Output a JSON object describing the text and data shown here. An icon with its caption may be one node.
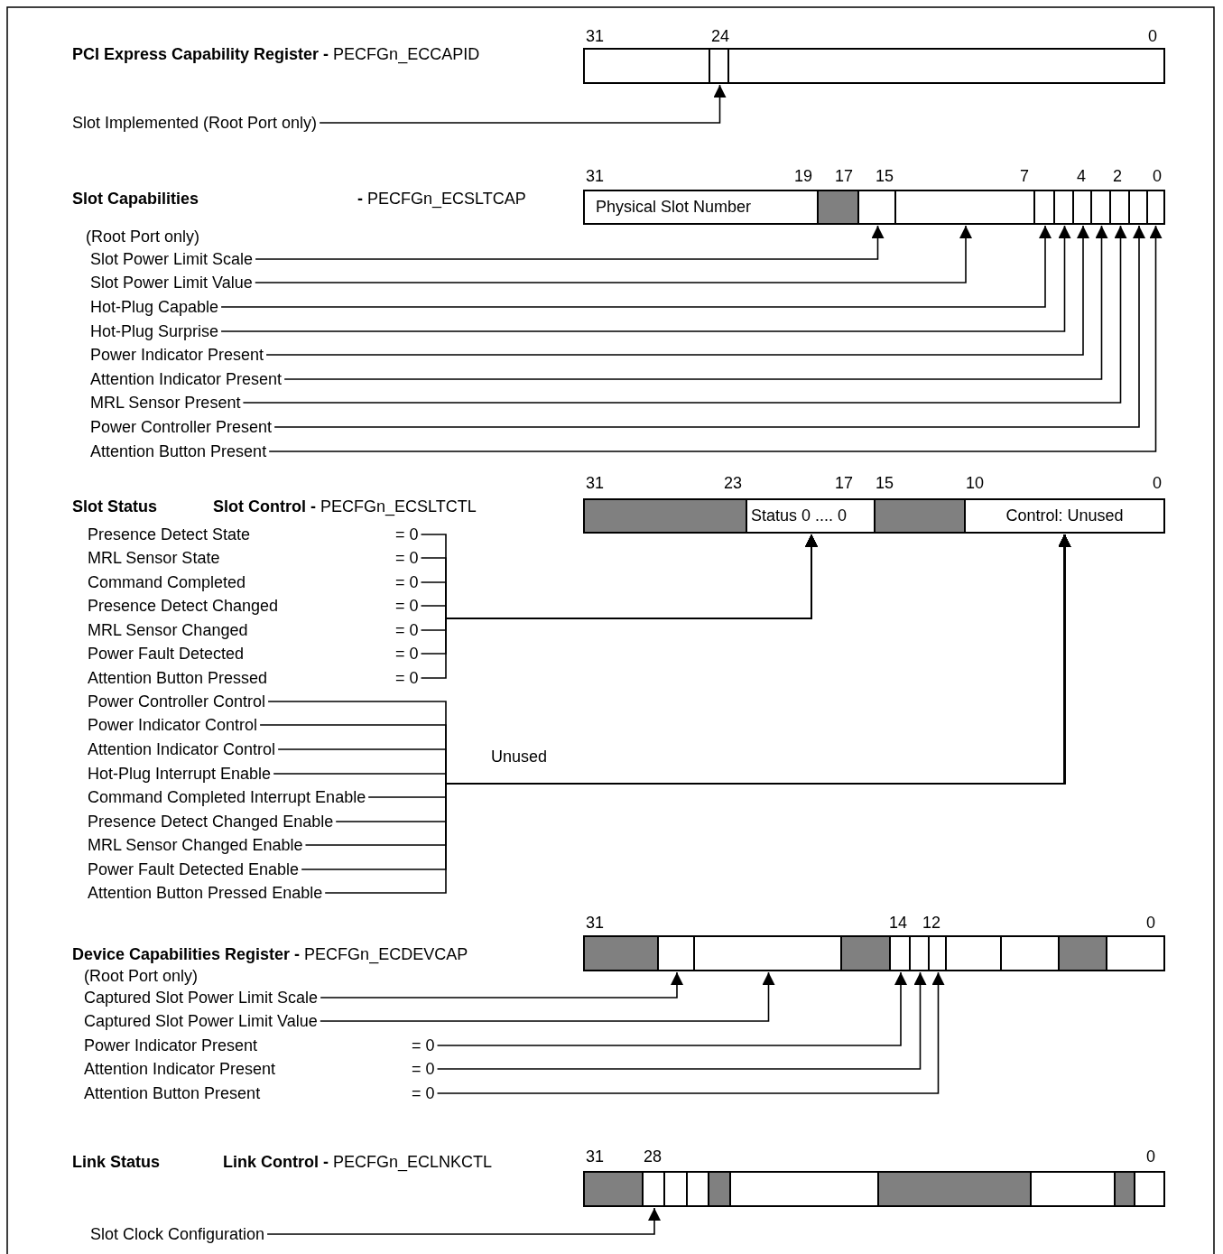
{
  "diagram": {
    "nodes": [
      {
        "text": [],
        "shape": "bar"
      },
      {
        "text": [],
        "shape": "box",
        "in": 0
      },
      {
        "text": [],
        "shape": "box",
        "in": 0
      },
      {
        "text": [],
        "shape": "box",
        "in": 0
      },
      {
        "text": [
          "Slot Implemented (Root Port only)"
        ]
      },
      {
        "text": [],
        "shape": "bar"
      },
      {
        "text": [
          "Physical Slot Number"
        ],
        "in": 5
      },
      {
        "text": [],
        "shape": "box",
        "in": 5
      },
      {
        "text": [],
        "shape": "box",
        "in": 5
      },
      {
        "text": [],
        "shape": "box",
        "in": 5
      },
      {
        "text": [],
        "shape": "box",
        "in": 5
      },
      {
        "text": [],
        "shape": "box",
        "in": 5
      },
      {
        "text": [],
        "shape": "box",
        "in": 5
      },
      {
        "text": [],
        "shape": "box",
        "in": 5
      },
      {
        "text": [],
        "shape": "box",
        "in": 5
      },
      {
        "text": [],
        "shape": "box",
        "in": 5
      },
      {
        "text": [],
        "shape": "box",
        "in": 5
      },
      {
        "text": [
          "Slot Power Limit Scale"
        ]
      },
      {
        "text": [
          "Slot Power Limit Value"
        ]
      },
      {
        "text": [
          "Hot-Plug Capable"
        ]
      },
      {
        "text": [
          "Hot-Plug Surprise"
        ]
      },
      {
        "text": [
          "Power Indicator Present"
        ]
      },
      {
        "text": [
          "Attention Indicator Present"
        ]
      },
      {
        "text": [
          "MRL Sensor Present"
        ]
      },
      {
        "text": [
          "Power Controller Present"
        ]
      },
      {
        "text": [
          "Attention Button Present"
        ]
      },
      {
        "text": [],
        "shape": "bar"
      },
      {
        "text": [],
        "shape": "box",
        "in": 26
      },
      {
        "text": [
          "Status 0 .... 0"
        ],
        "in": 26
      },
      {
        "text": [],
        "shape": "box",
        "in": 26
      },
      {
        "text": [
          "Control: Unused"
        ],
        "in": 26
      },
      {
        "text": [
          "Presence Detect State"
        ],
        "beside": [
          "= 0"
        ]
      },
      {
        "text": [
          "MRL Sensor State"
        ],
        "beside": [
          "= 0"
        ]
      },
      {
        "text": [
          "Command Completed"
        ],
        "beside": [
          "= 0"
        ]
      },
      {
        "text": [
          "Presence Detect Changed"
        ],
        "beside": [
          "= 0"
        ]
      },
      {
        "text": [
          "MRL Sensor Changed"
        ],
        "beside": [
          "= 0"
        ]
      },
      {
        "text": [
          "Power Fault Detected"
        ],
        "beside": [
          "= 0"
        ]
      },
      {
        "text": [
          "Attention Button Pressed"
        ],
        "beside": [
          "= 0"
        ]
      },
      {
        "text": [
          "Power Controller Control"
        ]
      },
      {
        "text": [
          "Power Indicator Control"
        ]
      },
      {
        "text": [
          "Attention Indicator Control"
        ]
      },
      {
        "text": [
          "Hot-Plug Interrupt Enable"
        ]
      },
      {
        "text": [
          "Command Completed Interrupt Enable"
        ]
      },
      {
        "text": [
          "Presence Detect Changed Enable"
        ]
      },
      {
        "text": [
          "MRL Sensor Changed Enable"
        ]
      },
      {
        "text": [
          "Power Fault Detected Enable"
        ]
      },
      {
        "text": [
          "Attention Button Pressed Enable"
        ]
      },
      {
        "text": [],
        "shape": "bar"
      },
      {
        "text": [],
        "shape": "box",
        "in": 47
      },
      {
        "text": [],
        "shape": "box",
        "in": 47
      },
      {
        "text": [],
        "shape": "box",
        "in": 47
      },
      {
        "text": [],
        "shape": "box",
        "in": 47
      },
      {
        "text": [],
        "shape": "box",
        "in": 47
      },
      {
        "text": [],
        "shape": "box",
        "in": 47
      },
      {
        "text": [],
        "shape": "box",
        "in": 47
      },
      {
        "text": [],
        "shape": "box",
        "in": 47
      },
      {
        "text": [],
        "shape": "box",
        "in": 47
      },
      {
        "text": [],
        "shape": "box",
        "in": 47
      },
      {
        "text": [],
        "shape": "box",
        "in": 47
      },
      {
        "text": [
          "Captured Slot Power Limit Scale"
        ]
      },
      {
        "text": [
          "Captured Slot Power Limit Value"
        ]
      },
      {
        "text": [
          "Power Indicator Present"
        ],
        "beside": [
          "= 0"
        ]
      },
      {
        "text": [
          "Attention Indicator Present"
        ],
        "beside": [
          "= 0"
        ]
      },
      {
        "text": [
          "Attention Button Present"
        ],
        "beside": [
          "= 0"
        ]
      },
      {
        "text": [],
        "shape": "bar"
      },
      {
        "text": [],
        "shape": "box",
        "in": 64
      },
      {
        "text": [],
        "shape": "box",
        "in": 64
      },
      {
        "text": [],
        "shape": "box",
        "in": 64
      },
      {
        "text": [],
        "shape": "box",
        "in": 64
      },
      {
        "text": [],
        "shape": "box",
        "in": 64
      },
      {
        "text": [],
        "shape": "box",
        "in": 64
      },
      {
        "text": [],
        "shape": "box",
        "in": 64
      },
      {
        "text": [],
        "shape": "box",
        "in": 64
      },
      {
        "text": [],
        "shape": "box",
        "in": 64
      },
      {
        "text": [],
        "shape": "box",
        "in": 64
      },
      {
        "text": [
          "Slot Clock Configuration"
        ]
      }
    ],
    "edges": [
      {
        "from": 4,
        "to": 2,
        "arrow": "to"
      },
      {
        "from": 17,
        "to": 8,
        "arrow": "to"
      },
      {
        "from": 18,
        "to": 9,
        "arrow": "to"
      },
      {
        "from": 19,
        "to": 10,
        "arrow": "to"
      },
      {
        "from": 20,
        "to": 11,
        "arrow": "to"
      },
      {
        "from": 21,
        "to": 12,
        "arrow": "to"
      },
      {
        "from": 22,
        "to": 13,
        "arrow": "to"
      },
      {
        "from": 23,
        "to": 14,
        "arrow": "to"
      },
      {
        "from": 24,
        "to": 15,
        "arrow": "to"
      },
      {
        "from": 25,
        "to": 16,
        "arrow": "to"
      },
      {
        "from": 31,
        "to": 28,
        "arrow": "to"
      },
      {
        "from": 32,
        "to": 28,
        "arrow": "to"
      },
      {
        "from": 33,
        "to": 28,
        "arrow": "to"
      },
      {
        "from": 34,
        "to": 28,
        "arrow": "to"
      },
      {
        "from": 35,
        "to": 28,
        "arrow": "to"
      },
      {
        "from": 36,
        "to": 28,
        "arrow": "to"
      },
      {
        "from": 37,
        "to": 28,
        "arrow": "to"
      },
      {
        "from": 38,
        "to": 30,
        "arrow": "to",
        "label": "Unused"
      },
      {
        "from": 39,
        "to": 30,
        "arrow": "to"
      },
      {
        "from": 40,
        "to": 30,
        "arrow": "to"
      },
      {
        "from": 41,
        "to": 30,
        "arrow": "to"
      },
      {
        "from": 42,
        "to": 30,
        "arrow": "to"
      },
      {
        "from": 43,
        "to": 30,
        "arrow": "to"
      },
      {
        "from": 44,
        "to": 30,
        "arrow": "to"
      },
      {
        "from": 45,
        "to": 30,
        "arrow": "to"
      },
      {
        "from": 46,
        "to": 30,
        "arrow": "to"
      },
      {
        "from": 59,
        "to": 49,
        "arrow": "to"
      },
      {
        "from": 60,
        "to": 50,
        "arrow": "to"
      },
      {
        "from": 61,
        "to": 52,
        "arrow": "to"
      },
      {
        "from": 62,
        "to": 53,
        "arrow": "to"
      },
      {
        "from": 63,
        "to": 54,
        "arrow": "to"
      },
      {
        "from": 75,
        "to": 66,
        "arrow": "to"
      }
    ],
    "labels": [
      "31",
      "24",
      "0",
      "**PCI Express Capability Register -** PECFGn_ECCAPID",
      "31",
      "19",
      "17",
      "15",
      "7",
      "4",
      "2",
      "0",
      "Slot Capabilities",
      "**-** PECFGn_ECSLTCAP",
      "(Root Port only)",
      "31",
      "23",
      "17",
      "15",
      "10",
      "0",
      "Slot Status",
      "**Slot Control -** PECFGn_ECSLTCTL",
      "31",
      "14",
      "12",
      "0",
      "**Device Capabilities Register -** PECFGn_ECDEVCAP",
      "(Root Port only)",
      "31",
      "28",
      "0",
      "Link Status",
      "**Link Control -** PECFGn_ECLNKCTL"
    ]
  }
}
